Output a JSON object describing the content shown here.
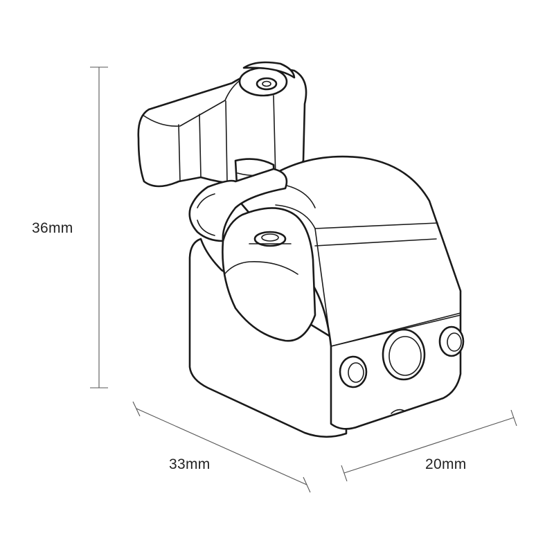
{
  "dimensions": {
    "height": "36mm",
    "width": "33mm",
    "depth": "20mm"
  },
  "colors": {
    "line": "#1a1a1a",
    "dimension_line": "#555555",
    "text": "#222222",
    "background": "#ffffff"
  }
}
